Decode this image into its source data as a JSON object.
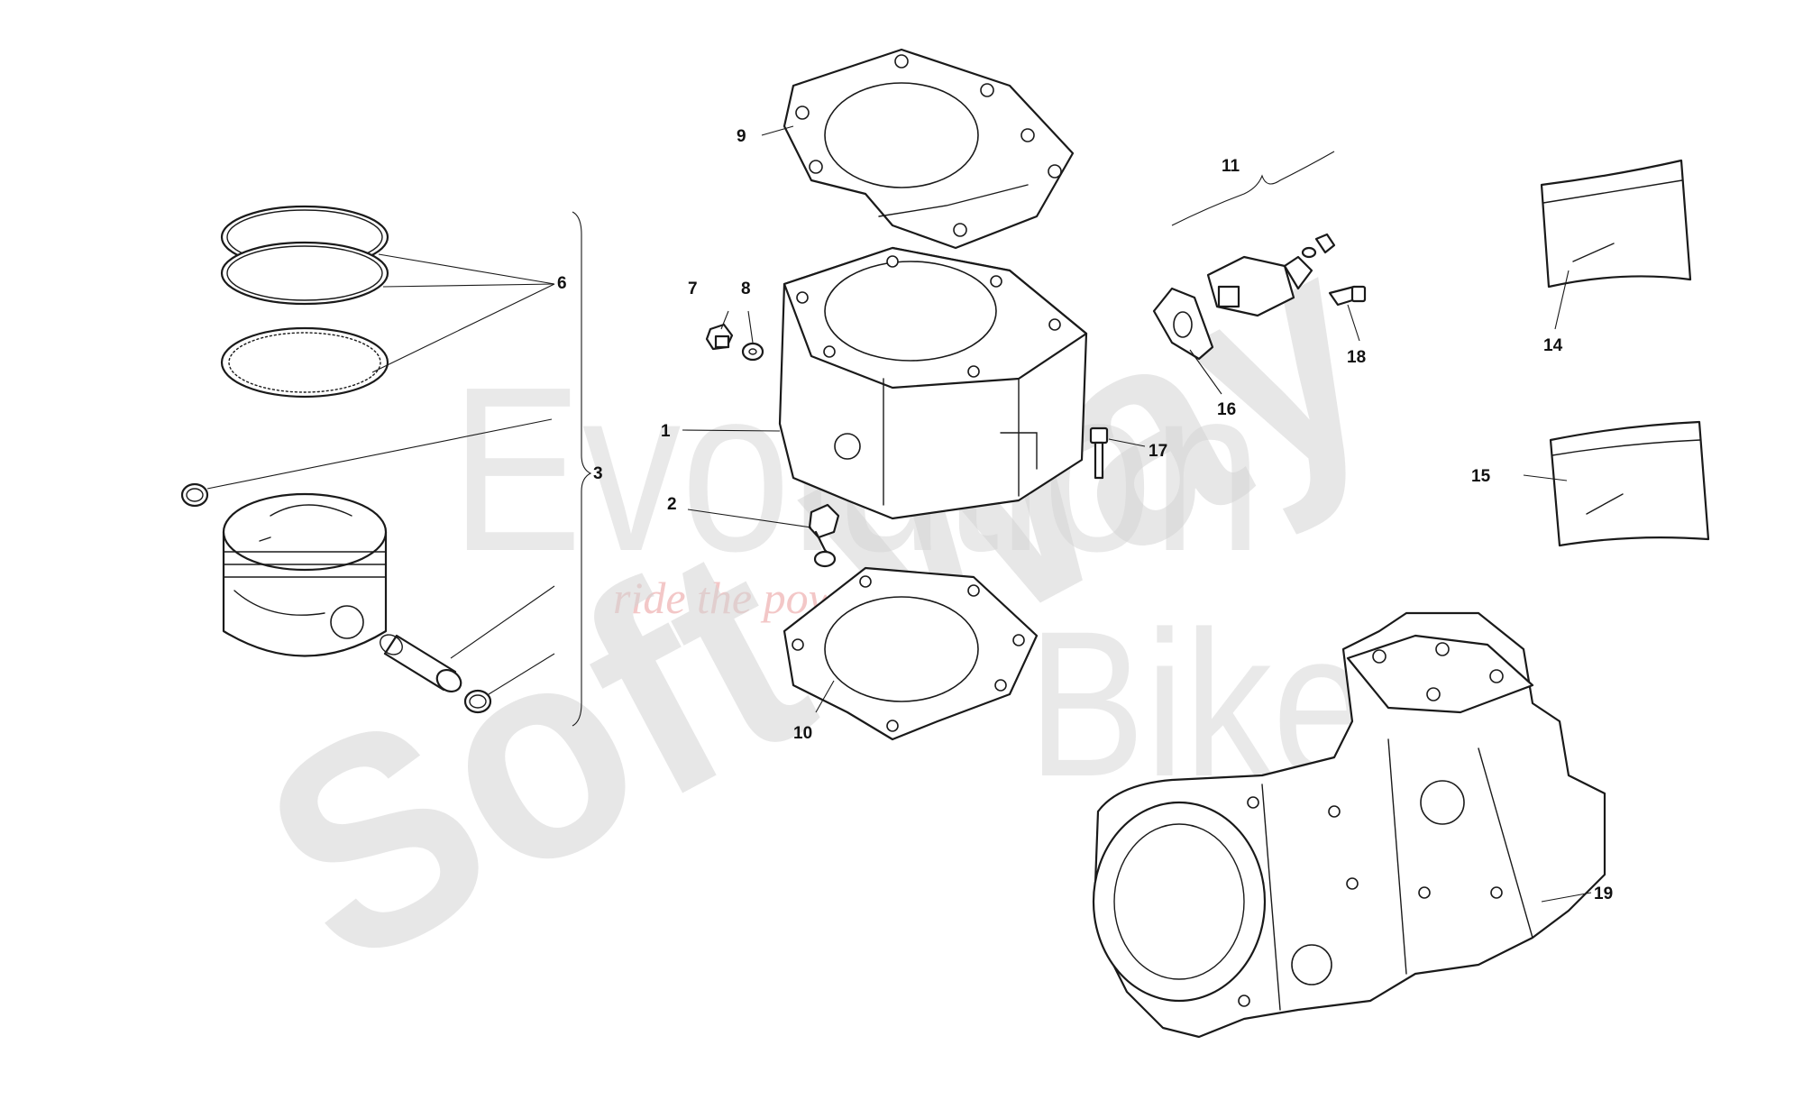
{
  "diagram": {
    "callouts": [
      {
        "id": "1",
        "label": "1"
      },
      {
        "id": "2",
        "label": "2"
      },
      {
        "id": "3",
        "label": "3"
      },
      {
        "id": "6",
        "label": "6"
      },
      {
        "id": "7",
        "label": "7"
      },
      {
        "id": "8",
        "label": "8"
      },
      {
        "id": "9",
        "label": "9"
      },
      {
        "id": "10",
        "label": "10"
      },
      {
        "id": "11",
        "label": "11"
      },
      {
        "id": "14",
        "label": "14"
      },
      {
        "id": "15",
        "label": "15"
      },
      {
        "id": "16",
        "label": "16"
      },
      {
        "id": "17",
        "label": "17"
      },
      {
        "id": "18",
        "label": "18"
      },
      {
        "id": "19",
        "label": "19"
      }
    ]
  },
  "watermarks": {
    "brand_top": "Evolution",
    "brand_bottom": "Bike",
    "tagline": "ride the power",
    "speckle_text": "Soft Way"
  }
}
